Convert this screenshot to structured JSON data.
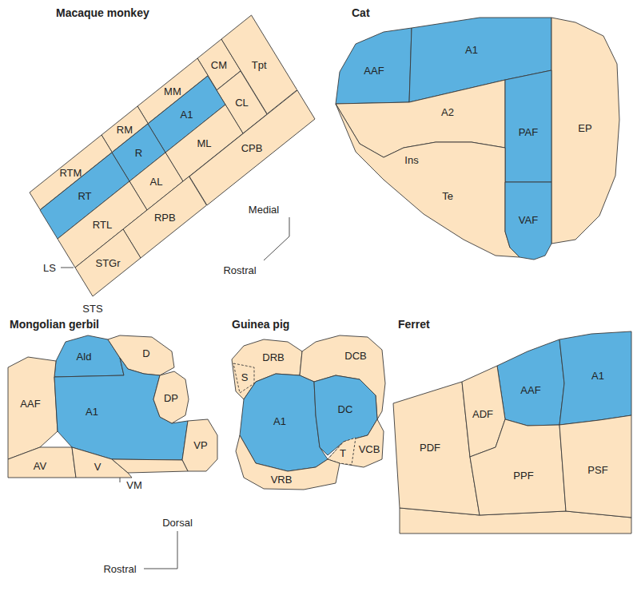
{
  "diagram": {
    "nodes": [
      {
        "text": [
          "CM"
        ]
      },
      {
        "text": [
          "Tpt"
        ]
      },
      {
        "text": [
          "MM"
        ]
      },
      {
        "text": [
          "CL"
        ]
      },
      {
        "text": [
          "A1"
        ]
      },
      {
        "text": [
          "RM"
        ]
      },
      {
        "text": [
          "RTM"
        ]
      },
      {
        "text": [
          "R"
        ]
      },
      {
        "text": [
          "ML"
        ]
      },
      {
        "text": [
          "RT"
        ]
      },
      {
        "text": [
          "AL"
        ]
      },
      {
        "text": [
          "RTL"
        ]
      },
      {
        "text": [
          "CPB"
        ]
      },
      {
        "text": [
          "RPB"
        ]
      },
      {
        "text": [
          "STGr"
        ]
      },
      {
        "text": [
          "AAF"
        ]
      },
      {
        "text": [
          "A1"
        ]
      },
      {
        "text": [
          "EP"
        ]
      },
      {
        "text": [
          "A2"
        ]
      },
      {
        "text": [
          "PAF"
        ]
      },
      {
        "text": [
          "Te"
        ]
      },
      {
        "text": [
          "VAF"
        ]
      },
      {
        "text": [
          "Ald"
        ]
      },
      {
        "text": [
          "D"
        ]
      },
      {
        "text": [
          "AAF"
        ]
      },
      {
        "text": [
          "A1"
        ]
      },
      {
        "text": [
          "DP"
        ]
      },
      {
        "text": [
          "VP"
        ]
      },
      {
        "text": [
          "AV"
        ]
      },
      {
        "text": [
          "V"
        ]
      },
      {
        "text": [
          "VM"
        ]
      },
      {
        "text": [
          "DRB"
        ]
      },
      {
        "text": [
          "S"
        ],
        "in": 31
      },
      {
        "text": [
          "DCB"
        ]
      },
      {
        "text": [
          "A1"
        ]
      },
      {
        "text": [
          "DC"
        ]
      },
      {
        "text": [
          "VCB"
        ]
      },
      {
        "text": [
          "T"
        ],
        "in": 36
      },
      {
        "text": [
          "VRB"
        ]
      },
      {
        "text": [
          "AAF"
        ]
      },
      {
        "text": [
          "A1"
        ]
      },
      {
        "text": [
          "PDF"
        ]
      },
      {
        "text": [
          "ADF"
        ]
      },
      {
        "text": [
          "PPF"
        ]
      },
      {
        "text": [
          "PSF"
        ]
      }
    ],
    "labels": [
      "Macaque monkey",
      "LS",
      "STS",
      "Medial",
      "Rostral",
      "Cat",
      "Ins",
      "Mongolian gerbil",
      "Guinea pig",
      "Ferret",
      "Dorsal",
      "Rostral"
    ]
  }
}
